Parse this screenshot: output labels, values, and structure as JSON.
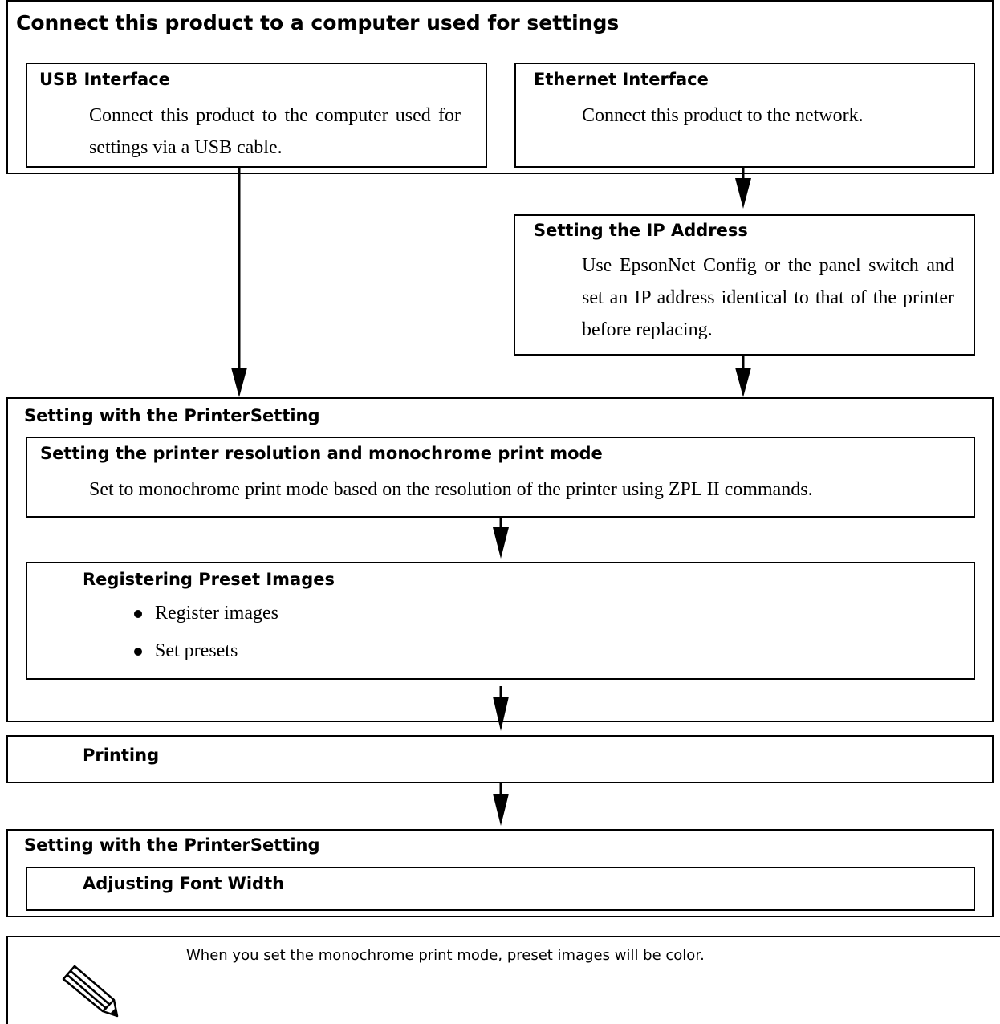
{
  "connect": {
    "title": "Connect this product to a computer used for settings",
    "usb": {
      "title": "USB Interface",
      "text": "Connect this product to the computer used for settings via a USB cable."
    },
    "ethernet": {
      "title": "Ethernet Interface",
      "text": "Connect this product to the network."
    }
  },
  "ip": {
    "title": "Setting the IP Address",
    "text": "Use EpsonNet Config or the panel switch and set an IP address identical to that of the printer before replacing."
  },
  "printer_setting_1": {
    "title": "Setting with the PrinterSetting",
    "resolution": {
      "title": "Setting the printer resolution and monochrome print mode",
      "text": "Set to monochrome print mode based on the resolution of the printer using ZPL II commands."
    },
    "preset": {
      "title": "Registering Preset Images",
      "items": [
        "Register images",
        "Set presets"
      ]
    }
  },
  "printing": {
    "title": "Printing"
  },
  "printer_setting_2": {
    "title": "Setting with the PrinterSetting",
    "font": {
      "title": "Adjusting Font Width"
    }
  },
  "note": {
    "icon": "pencil-icon",
    "text": "When you set the monochrome print mode, preset images will be color."
  }
}
